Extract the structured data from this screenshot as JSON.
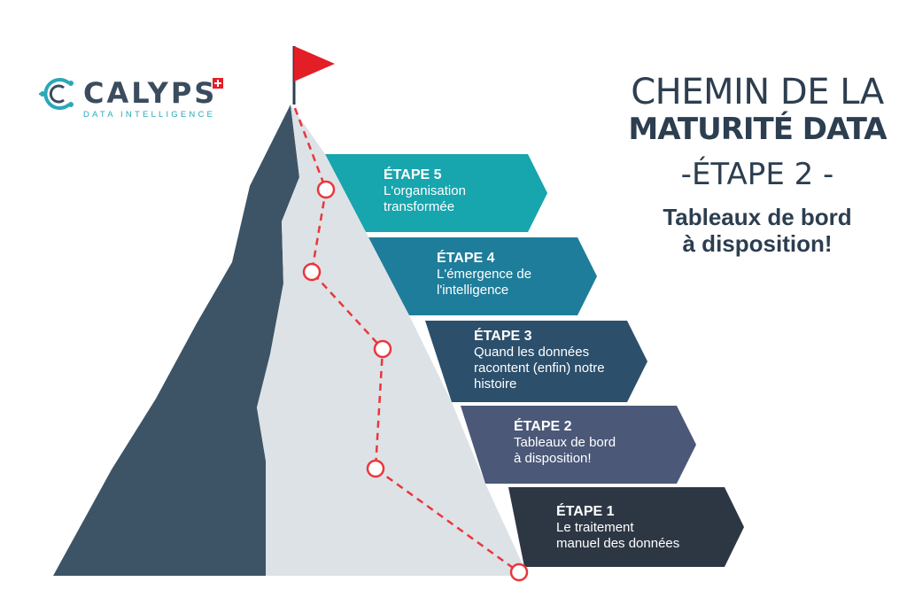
{
  "logo": {
    "brand": "CALYPS",
    "tagline": "DATA INTELLIGENCE"
  },
  "title": {
    "line1": "CHEMIN DE LA",
    "line2": "MATURITÉ DATA",
    "line3": "-ÉTAPE 2 -",
    "subtitle_line1": "Tableaux de bord",
    "subtitle_line2": "à disposition!"
  },
  "steps": [
    {
      "title": "ÉTAPE 5",
      "lines": [
        "L'organisation",
        "transformée"
      ],
      "color": "#17a5ae"
    },
    {
      "title": "ÉTAPE 4",
      "lines": [
        "L'émergence de",
        "l'intelligence"
      ],
      "color": "#1e7d9a"
    },
    {
      "title": "ÉTAPE 3",
      "lines": [
        "Quand les données",
        "racontent (enfin) notre",
        "histoire"
      ],
      "color": "#2c4f6b"
    },
    {
      "title": "ÉTAPE 2",
      "lines": [
        "Tableaux de bord",
        "à disposition!"
      ],
      "color": "#4b5878"
    },
    {
      "title": "ÉTAPE 1",
      "lines": [
        "Le traitement",
        "manuel des données"
      ],
      "color": "#2d3744"
    }
  ],
  "colors": {
    "mountain_dark": "#3d5466",
    "mountain_light": "#dde2e6",
    "path": "#e8373c",
    "flag": "#e41e26",
    "title_text": "#2c3e50",
    "accent": "#2aa8b8"
  },
  "icons": {
    "flag": "flag-icon",
    "logo_mark": "circuit-c-icon",
    "swiss_cross": "swiss-cross-icon"
  }
}
